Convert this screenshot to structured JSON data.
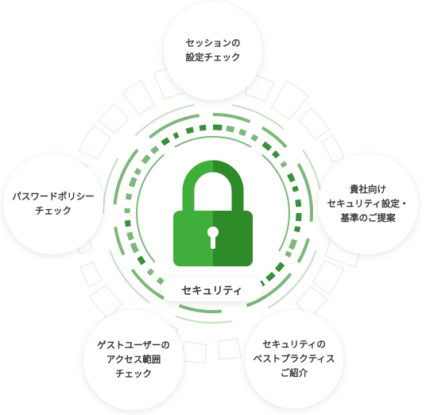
{
  "diagram": {
    "center_label": "セキュリティ",
    "center_icon": "padlock-icon",
    "topics": [
      {
        "text": "セッションの\n設定チェック"
      },
      {
        "text": "貴社向け\nセキュリティ設定・\n基準のご提案"
      },
      {
        "text": "セキュリティの\nベストプラクティス\nご紹介"
      },
      {
        "text": "ゲストユーザーの\nアクセス範囲\nチェック"
      },
      {
        "text": "パスワードポリシー\nチェック"
      }
    ]
  },
  "colors": {
    "lock_light": "#3fae3a",
    "lock_dark": "#2e8b2a",
    "ring_dark": "#3a8f3a",
    "ring_mid": "#7cb87a",
    "ring_light": "#c4dfc2",
    "outline": "#dcebd9"
  }
}
